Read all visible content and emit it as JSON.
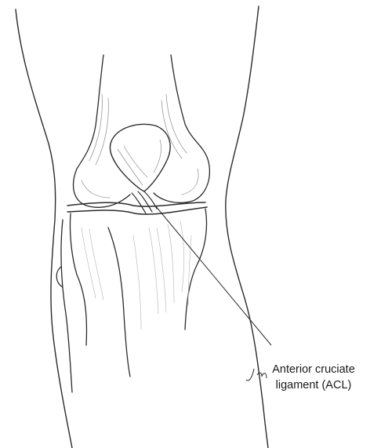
{
  "figure": {
    "label_line_1": "Anterior cruciate",
    "label_line_2": "ligament (ACL)",
    "signature": "J.m",
    "colors": {
      "ink": "#2b2b2b",
      "shade": "#8c8c8c",
      "light_shade": "#bdbdbd",
      "background": "#ffffff"
    }
  }
}
